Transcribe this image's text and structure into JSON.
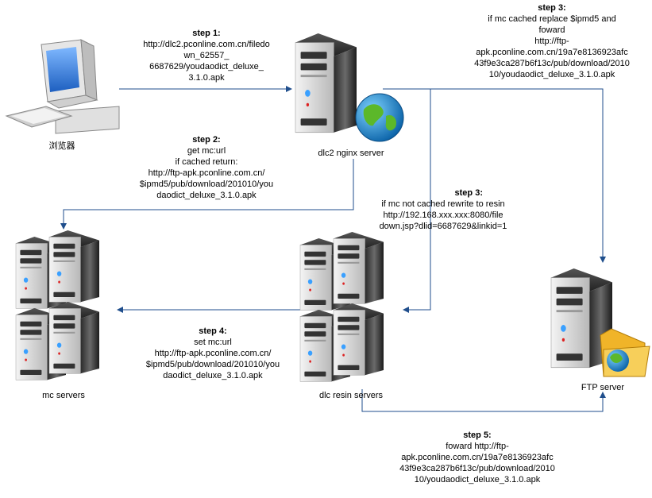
{
  "nodes": {
    "browser": {
      "label": "浏览器"
    },
    "nginx": {
      "label": "dlc2 nginx server"
    },
    "mc": {
      "label": "mc servers"
    },
    "resin": {
      "label": "dlc resin servers"
    },
    "ftp": {
      "label": "FTP server"
    }
  },
  "steps": {
    "s1": {
      "title": "step 1:",
      "lines": [
        "http://dlc2.pconline.com.cn/filedo",
        "wn_62557_",
        "6687629/youdaodict_deluxe_",
        "3.1.0.apk"
      ]
    },
    "s2": {
      "title": "step 2:",
      "lines": [
        "get mc:url",
        "if cached return:",
        "http://ftp-apk.pconline.com.cn/",
        "$ipmd5/pub/download/201010/you",
        "daodict_deluxe_3.1.0.apk"
      ]
    },
    "s3a": {
      "title": "step 3:",
      "lines": [
        "if mc cached replace $ipmd5 and",
        "foward",
        "http://ftp-",
        "apk.pconline.com.cn/19a7e8136923afc",
        "43f9e3ca287b6f13c/pub/download/2010",
        "10/youdaodict_deluxe_3.1.0.apk"
      ]
    },
    "s3b": {
      "title": "step 3:",
      "lines": [
        "if mc not cached rewrite to resin",
        "http://192.168.xxx.xxx:8080/file",
        "down.jsp?dlid=6687629&linkid=1"
      ]
    },
    "s4": {
      "title": "step 4:",
      "lines": [
        "set mc:url",
        "http://ftp-apk.pconline.com.cn/",
        "$ipmd5/pub/download/201010/you",
        "daodict_deluxe_3.1.0.apk"
      ]
    },
    "s5": {
      "title": "step 5:",
      "lines": [
        "foward http://ftp-",
        "apk.pconline.com.cn/19a7e8136923afc",
        "43f9e3ca287b6f13c/pub/download/2010",
        "10/youdaodict_deluxe_3.1.0.apk"
      ]
    }
  },
  "colors": {
    "connector": "#1f4e8c",
    "server_dark": "#1a1a1a",
    "server_light": "#d8d8d8",
    "globe_sea": "#1e9ad6",
    "globe_land": "#5cb82a",
    "folder": "#f0b429"
  }
}
